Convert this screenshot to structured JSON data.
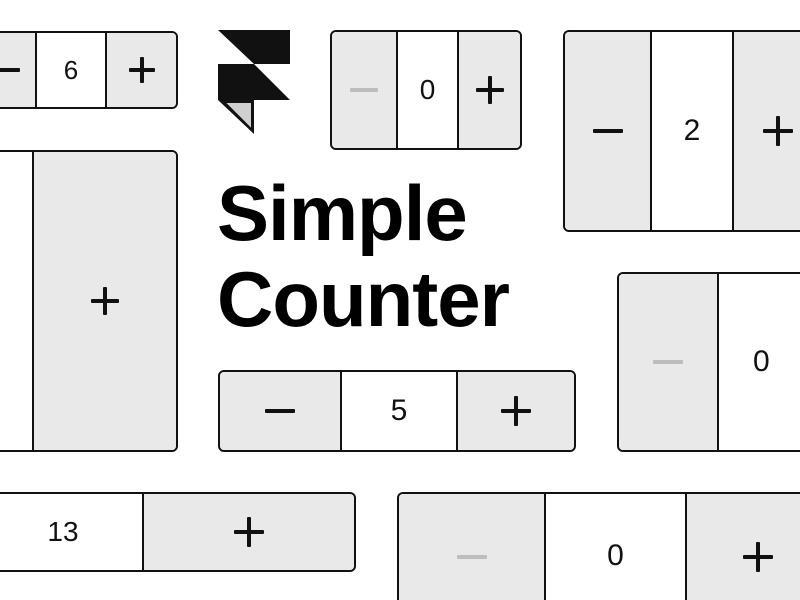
{
  "title": {
    "line1": "Simple",
    "line2": "Counter"
  },
  "logo": {
    "icon": "framer-logo-icon"
  },
  "colors": {
    "button_background": "#e9e9e9",
    "value_background": "#ffffff",
    "border": "#111111",
    "glyph": "#111111",
    "disabled_glyph": "#bdbdbd",
    "text": "#000000"
  },
  "counters": [
    {
      "id": "c1",
      "value": "6",
      "minus": "enabled",
      "plus": "enabled"
    },
    {
      "id": "c2",
      "value": "0",
      "minus": "disabled",
      "plus": "enabled"
    },
    {
      "id": "c3",
      "value": "2",
      "minus": "enabled",
      "plus": "enabled"
    },
    {
      "id": "c4",
      "value": "",
      "minus": "not visible",
      "plus": "enabled"
    },
    {
      "id": "c5",
      "value": "5",
      "minus": "enabled",
      "plus": "enabled"
    },
    {
      "id": "c6",
      "value": "0",
      "minus": "disabled",
      "plus": "not visible"
    },
    {
      "id": "c7",
      "value": "13",
      "minus": "not visible",
      "plus": "enabled"
    },
    {
      "id": "c8",
      "value": "0",
      "minus": "disabled",
      "plus": "enabled"
    }
  ]
}
